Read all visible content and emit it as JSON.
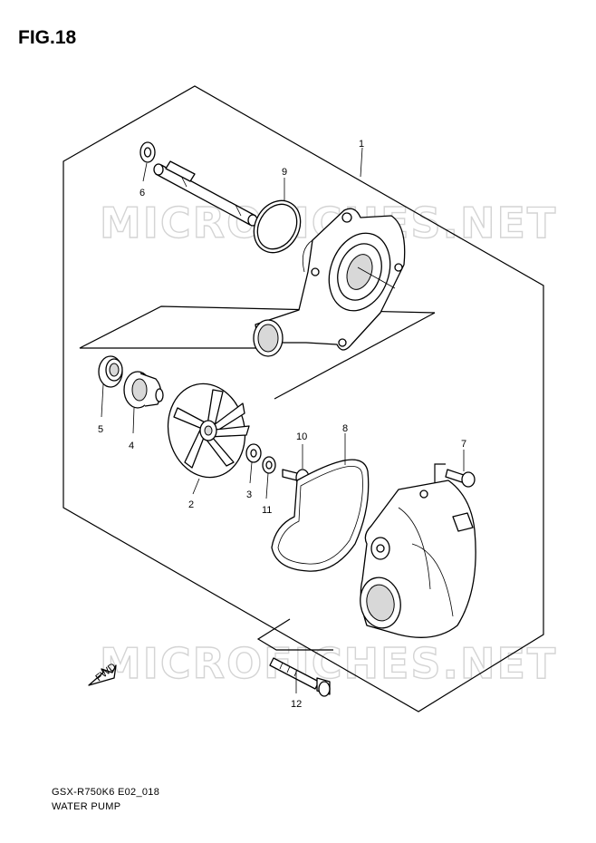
{
  "figure": {
    "title": "FIG.18",
    "code": "GSX-R750K6 E02_018",
    "name": "WATER PUMP"
  },
  "watermark": "MICROFICHES.NET",
  "fwd_label": "FWD",
  "callouts": {
    "p1": "1",
    "p2": "2",
    "p3": "3",
    "p4": "4",
    "p5": "5",
    "p6": "6",
    "p7": "7",
    "p8": "8",
    "p9": "9",
    "p10": "10",
    "p11": "11",
    "p12": "12"
  },
  "colors": {
    "line": "#000000",
    "watermark": "#d4d4d4",
    "background": "#ffffff"
  }
}
